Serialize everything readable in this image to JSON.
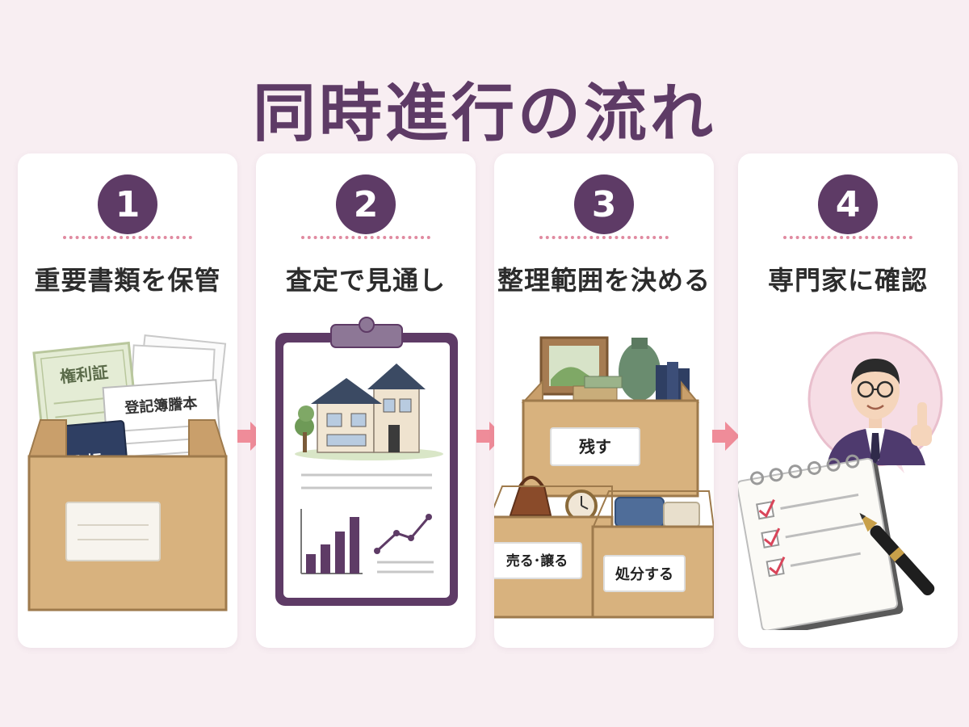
{
  "title": "同時進行の流れ",
  "steps": [
    {
      "number": "1",
      "label": "重要書類を保管",
      "icon": "document-box-icon",
      "doc_labels": {
        "certificate": "権利証",
        "registry": "登記簿謄本",
        "passbook": "通 帳"
      }
    },
    {
      "number": "2",
      "label": "査定で見通し",
      "icon": "clipboard-house-icon"
    },
    {
      "number": "3",
      "label": "整理範囲を決める",
      "icon": "sorting-boxes-icon",
      "box_labels": {
        "keep": "残す",
        "sell": "売る･譲る",
        "dispose": "処分する"
      }
    },
    {
      "number": "4",
      "label": "専門家に確認",
      "icon": "expert-checklist-icon"
    }
  ],
  "colors": {
    "accent": "#5e3b66",
    "dots": "#e08aa0",
    "arrow": "#ef8c99",
    "background": "#f8eef2"
  }
}
